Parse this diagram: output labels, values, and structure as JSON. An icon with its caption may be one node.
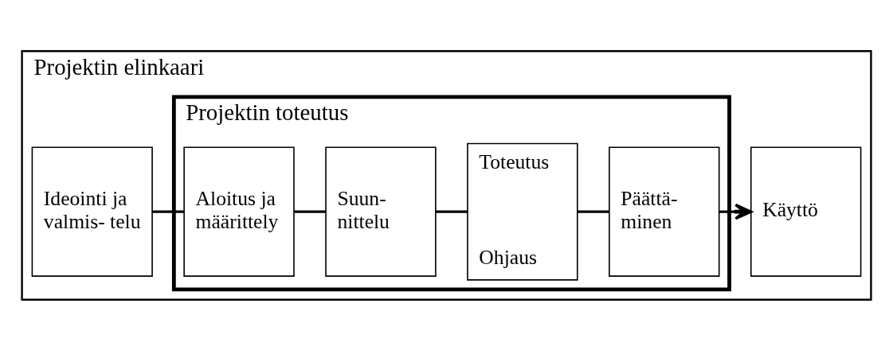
{
  "diagram": {
    "nodes": [
      {
        "text": [
          "Projektin elinkaari"
        ]
      },
      {
        "text": [
          "Ideointi ja valmis- telu"
        ],
        "in": 0
      },
      {
        "text": [
          "Projektin toteutus"
        ],
        "in": 0
      },
      {
        "text": [
          "Aloitus ja määrittely"
        ],
        "in": 2
      },
      {
        "text": [
          "Suun- nittelu"
        ],
        "in": 2
      },
      {
        "text": [
          "Toteutus",
          "Ohjaus"
        ],
        "in": 2
      },
      {
        "text": [
          "Päättä- minen"
        ],
        "in": 2
      },
      {
        "text": [
          "Käyttö"
        ],
        "in": 0
      }
    ],
    "edges": [
      {
        "from": 1,
        "to": 3,
        "arrow": "none"
      },
      {
        "from": 3,
        "to": 4,
        "arrow": "none"
      },
      {
        "from": 4,
        "to": 5,
        "arrow": "none"
      },
      {
        "from": 5,
        "to": 6,
        "arrow": "none"
      },
      {
        "from": 6,
        "to": 7,
        "arrow": "to"
      }
    ]
  }
}
